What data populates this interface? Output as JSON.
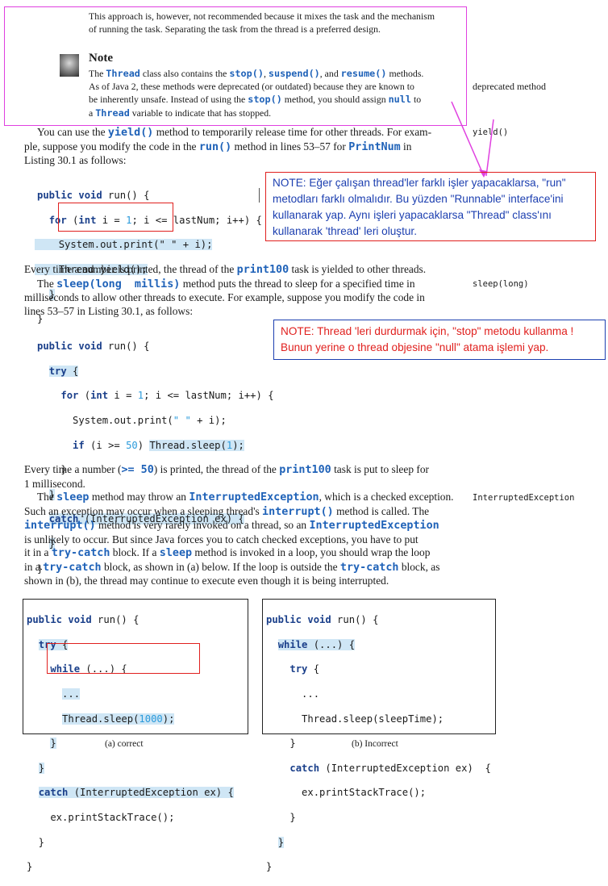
{
  "top_box": {
    "intro": "This approach is, however, not recommended because it mixes the task and the mechanism of running the task. Separating the task from the thread is a preferred design.",
    "note_title": "Note",
    "note_lines": [
      [
        "The ",
        "Thread",
        " class also contains the ",
        "stop()",
        ", ",
        "suspend()",
        ", and ",
        "resume()",
        " methods."
      ],
      "As of Java 2, these methods were deprecated (or outdated) because they are known to",
      [
        "be inherently unsafe. Instead of using the ",
        "stop()",
        " method, you should assign ",
        "null",
        " to"
      ],
      [
        "a ",
        "Thread",
        " variable to indicate that has stopped."
      ]
    ]
  },
  "margin": {
    "deprecated": "deprecated method",
    "yield": "yield()",
    "sleep": "sleep(long)",
    "interrupted": "InterruptedException"
  },
  "para1": {
    "line1": [
      "You can use the ",
      "yield()",
      " method to temporarily release time for other threads. For exam-"
    ],
    "line2": [
      "ple, suppose you modify the code in the ",
      "run()",
      " method in lines 53–57 for ",
      "PrintNum",
      " in"
    ],
    "line3": "Listing 30.1 as follows:"
  },
  "code1": {
    "l1": "public void run() {",
    "l2": "  for (int i = 1; i <= lastNum; i++) {",
    "l3": "    System.out.print(\" \" + i);",
    "l4": "    Thread.yield();",
    "l5": "  }",
    "l6": "}"
  },
  "note1": "NOTE:  Eğer çalışan thread'ler farklı işler yapacaklarsa, \"run\" metodları farklı olmalıdır. Bu yüzden \"Runnable\" interface'ini kullanarak yap. Aynı işleri yapacaklarsa \"Thread\" class'ını kullanarak 'thread' leri oluştur.",
  "para2": {
    "line1": [
      "Every time a number is printed, the thread of the ",
      "print100",
      " task is yielded to other threads."
    ],
    "line2": [
      "The ",
      "sleep(long  millis)",
      " method puts the thread to sleep for a specified time in"
    ],
    "line3": "milliseconds to allow other threads to execute. For example, suppose you modify the code in",
    "line4": "lines 53–57 in Listing 30.1, as follows:"
  },
  "code2": {
    "l1": "public void run() {",
    "l2": "  try {",
    "l3": "    for (int i = 1; i <= lastNum; i++) {",
    "l4": "      System.out.print(\" \" + i);",
    "l5a": "      if (i >= 50) ",
    "l5b": "Thread.sleep(1);",
    "l6": "    }",
    "l7": "  }",
    "l8": "  catch (InterruptedException ex) {",
    "l9": "  }",
    "l10": "}"
  },
  "note2": "NOTE:  Thread 'leri durdurmak için, \"stop\" metodu kullanma ! Bunun yerine o thread objesine \"null\" atama işlemi yap.",
  "para3": {
    "line1": [
      "Every time a number (",
      ">= 50",
      ") is printed, the thread of the ",
      "print100",
      " task is put to sleep for"
    ],
    "line2": "1 millisecond.",
    "line3": [
      "The ",
      "sleep",
      " method may throw an ",
      "InterruptedException",
      ", which is a checked exception."
    ],
    "line4": [
      "Such an exception may occur when a sleeping thread's ",
      "interrupt()",
      " method is called. The"
    ],
    "line5": [
      "interrupt()",
      " method is very rarely invoked on a thread, so an ",
      "InterruptedException"
    ],
    "line6": "is unlikely to occur. But since Java forces you to catch checked exceptions, you have to put",
    "line7": [
      "it in a ",
      "try-catch",
      " block. If a ",
      "sleep",
      " method is invoked in a loop, you should wrap the loop"
    ],
    "line8": [
      "in a ",
      "try-catch",
      " block, as shown in (a) below. If the loop is outside the ",
      "try-catch",
      " block, as"
    ],
    "line9": "shown in (b), the thread may continue to execute even though it is being interrupted."
  },
  "code_a": {
    "l1": "public void run() {",
    "l2": "  try {",
    "l3": "    while (...) {",
    "l4": "      ...",
    "l5": "      Thread.sleep(1000);",
    "l6": "    }",
    "l7": "  }",
    "l8": "  catch (InterruptedException ex) {",
    "l9": "    ex.printStackTrace();",
    "l10": "  }",
    "l11": "}",
    "caption": "(a) correct"
  },
  "code_b": {
    "l1": "public void run() {",
    "l2": "  while (...) {",
    "l3": "    try {",
    "l4": "      ...",
    "l5": "      Thread.sleep(sleepTime);",
    "l6": "    }",
    "l7": "    catch (InterruptedException ex)  {",
    "l8": "      ex.printStackTrace();",
    "l9": "    }",
    "l10": "  }",
    "l11": "}",
    "caption": "(b) Incorrect"
  },
  "colors": {
    "magenta": "#e040e0",
    "red": "#e0201e",
    "blue": "#1c3fb0",
    "keyword": "#1f62b8",
    "highlight": "#cfe6f5"
  }
}
